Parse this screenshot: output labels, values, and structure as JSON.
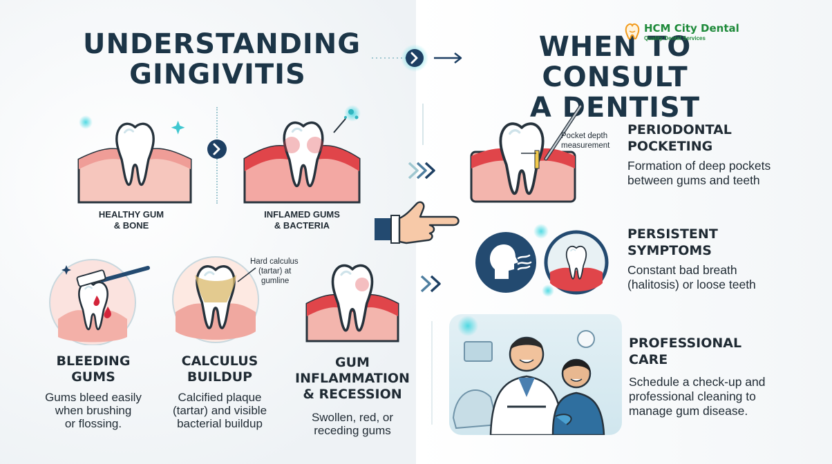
{
  "brand": {
    "name": "HCM City Dental",
    "tagline": "Quality Dental Services"
  },
  "left": {
    "title_line1": "UNDERSTANDING",
    "title_line2": "GINGIVITIS",
    "healthy_label_line1": "HEALTHY GUM",
    "healthy_label_line2": "& BONE",
    "inflamed_label_line1": "INFLAMED GUMS",
    "inflamed_label_line2": "& BACTERIA",
    "calculus_note_line1": "Hard calculus",
    "calculus_note_line2": "(tartar) at",
    "calculus_note_line3": "gumline",
    "symptoms": [
      {
        "head1": "BLEEDING",
        "head2": "GUMS",
        "body1": "Gums bleed easily",
        "body2": "when brushing",
        "body3": "or flossing."
      },
      {
        "head1": "CALCULUS",
        "head2": "BUILDUP",
        "body1": "Calcified plaque",
        "body2": "(tartar) and visible",
        "body3": "bacterial buildup"
      },
      {
        "head1": "GUM INFLAMMATION",
        "head2": "& RECESSION",
        "body1": "Swollen, red, or",
        "body2": "receding gums",
        "body3": ""
      }
    ]
  },
  "right": {
    "title_line1": "WHEN TO CONSULT",
    "title_line2": "A DENTIST",
    "pocket_note_line1": "Pocket depth",
    "pocket_note_line2": "measurement",
    "items": [
      {
        "head1": "PERIODONTAL",
        "head2": "POCKETING",
        "body1": "Formation of deep pockets",
        "body2": "between gums and teeth",
        "body3": ""
      },
      {
        "head1": "PERSISTENT",
        "head2": "SYMPTOMS",
        "body1": "Constant bad breath",
        "body2": "(halitosis) or loose teeth",
        "body3": ""
      },
      {
        "head1": "PROFESSIONAL",
        "head2": "CARE",
        "body1": "Schedule a check-up and",
        "body2": "professional cleaning to",
        "body3": "manage gum disease."
      }
    ]
  },
  "colors": {
    "title": "#1c3547",
    "accent_teal": "#3fc7d0",
    "gum_pink": "#f3b9b0",
    "gum_red": "#e0454a",
    "navy": "#234a70",
    "logo_green": "#1e8a3a",
    "logo_orange": "#f29a1c"
  }
}
